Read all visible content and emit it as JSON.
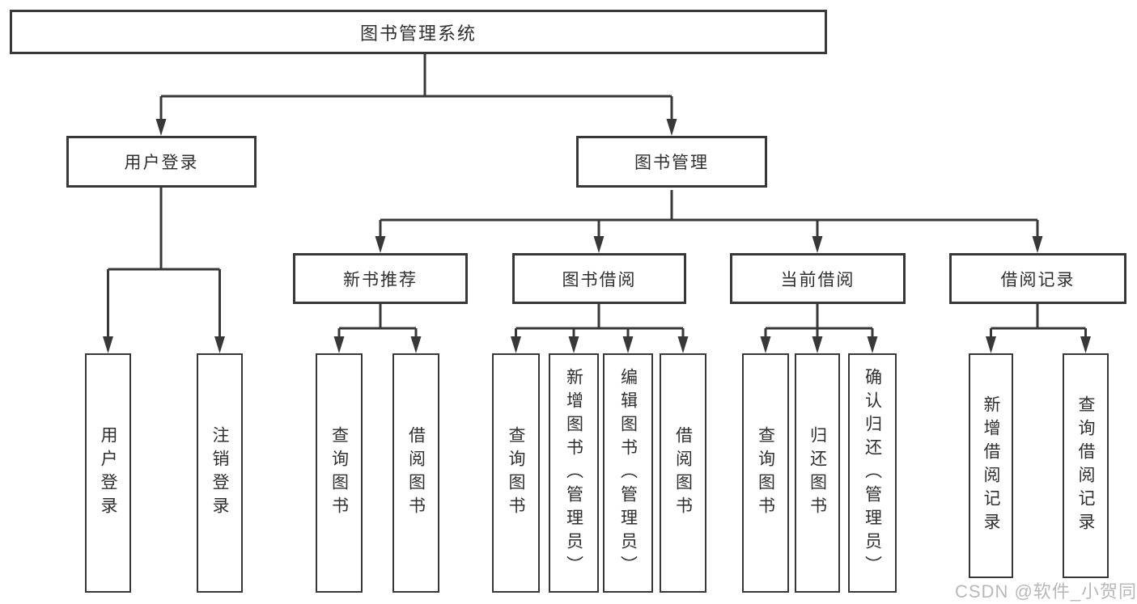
{
  "colors": {
    "line": "#383838",
    "text": "#2f2f2f",
    "bg": "#ffffff",
    "watermark": "#b8b8b8"
  },
  "tree": {
    "root": {
      "label": "图书管理系统",
      "children": [
        {
          "label": "用户登录",
          "children": [
            {
              "label": "用户登录"
            },
            {
              "label": "注销登录"
            }
          ]
        },
        {
          "label": "图书管理",
          "children": [
            {
              "label": "新书推荐",
              "children": [
                {
                  "label": "查询图书"
                },
                {
                  "label": "借阅图书"
                }
              ]
            },
            {
              "label": "图书借阅",
              "children": [
                {
                  "label": "查询图书"
                },
                {
                  "label": "新增图书（管理员）"
                },
                {
                  "label": "编辑图书（管理员）"
                },
                {
                  "label": "借阅图书"
                }
              ]
            },
            {
              "label": "当前借阅",
              "children": [
                {
                  "label": "查询图书"
                },
                {
                  "label": "归还图书"
                },
                {
                  "label": "确认归还（管理员）"
                }
              ]
            },
            {
              "label": "借阅记录",
              "children": [
                {
                  "label": "新增借阅记录"
                },
                {
                  "label": "查询借阅记录"
                }
              ]
            }
          ]
        }
      ]
    }
  },
  "watermark": {
    "text": "CSDN @软件_小贺同学"
  }
}
